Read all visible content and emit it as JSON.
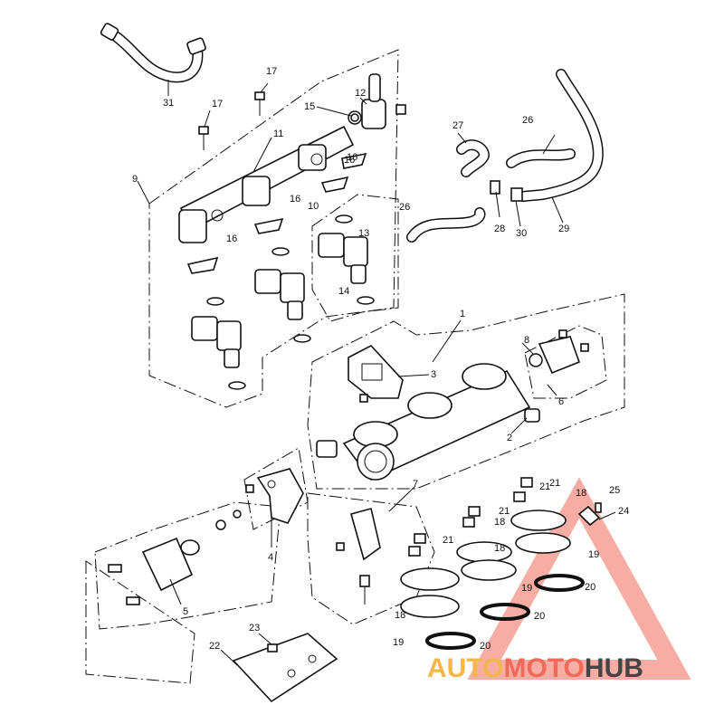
{
  "watermark": {
    "part1": "AUTO",
    "part2": "MOTO",
    "part3": "HUB",
    "color1": "#f2b64a",
    "color2": "#f06a5a",
    "color3": "#444444",
    "triangle_color": "#f06a5a"
  },
  "callouts": [
    "1",
    "2",
    "3",
    "4",
    "5",
    "6",
    "7",
    "8",
    "9",
    "10",
    "11",
    "12",
    "13",
    "14",
    "15",
    "16",
    "16",
    "16",
    "16",
    "17",
    "17",
    "18",
    "18",
    "18",
    "18",
    "19",
    "19",
    "19",
    "20",
    "20",
    "20",
    "21",
    "21",
    "21",
    "21",
    "22",
    "23",
    "24",
    "25",
    "26",
    "26",
    "27",
    "28",
    "29",
    "30",
    "31"
  ]
}
